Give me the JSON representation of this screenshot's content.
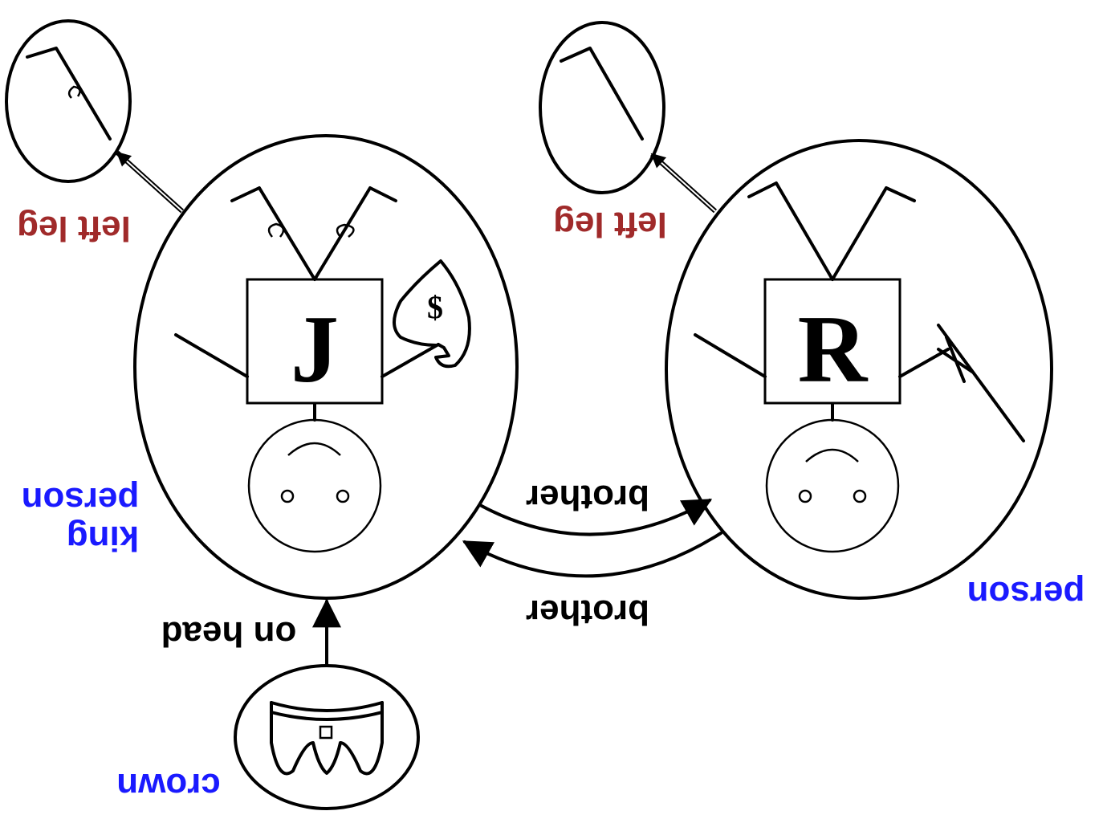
{
  "colors": {
    "type_label": "#1a1aff",
    "part_label": "#a02a2a",
    "relation_label": "#000000"
  },
  "labels": {
    "richard_box_letter": "R",
    "john_box_letter": "J",
    "money_sign": "$",
    "richard_type": "person",
    "john_type_1": "person",
    "john_type_2": "king",
    "crown_type": "crown",
    "richard_left_leg": "left leg",
    "john_left_leg": "left leg",
    "brother_top": "brother",
    "brother_bottom": "brother",
    "on_head": "on head"
  }
}
